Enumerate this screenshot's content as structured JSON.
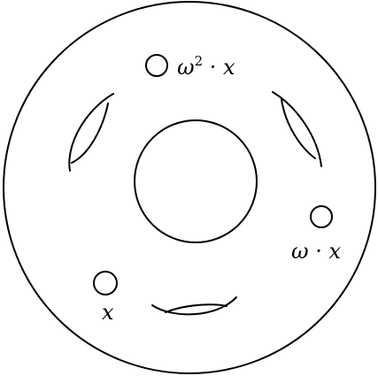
{
  "labels": {
    "top_point": {
      "base": "ω",
      "exponent": "2",
      "rest": " · x"
    },
    "right_point": "ω · x",
    "left_point": "x"
  }
}
